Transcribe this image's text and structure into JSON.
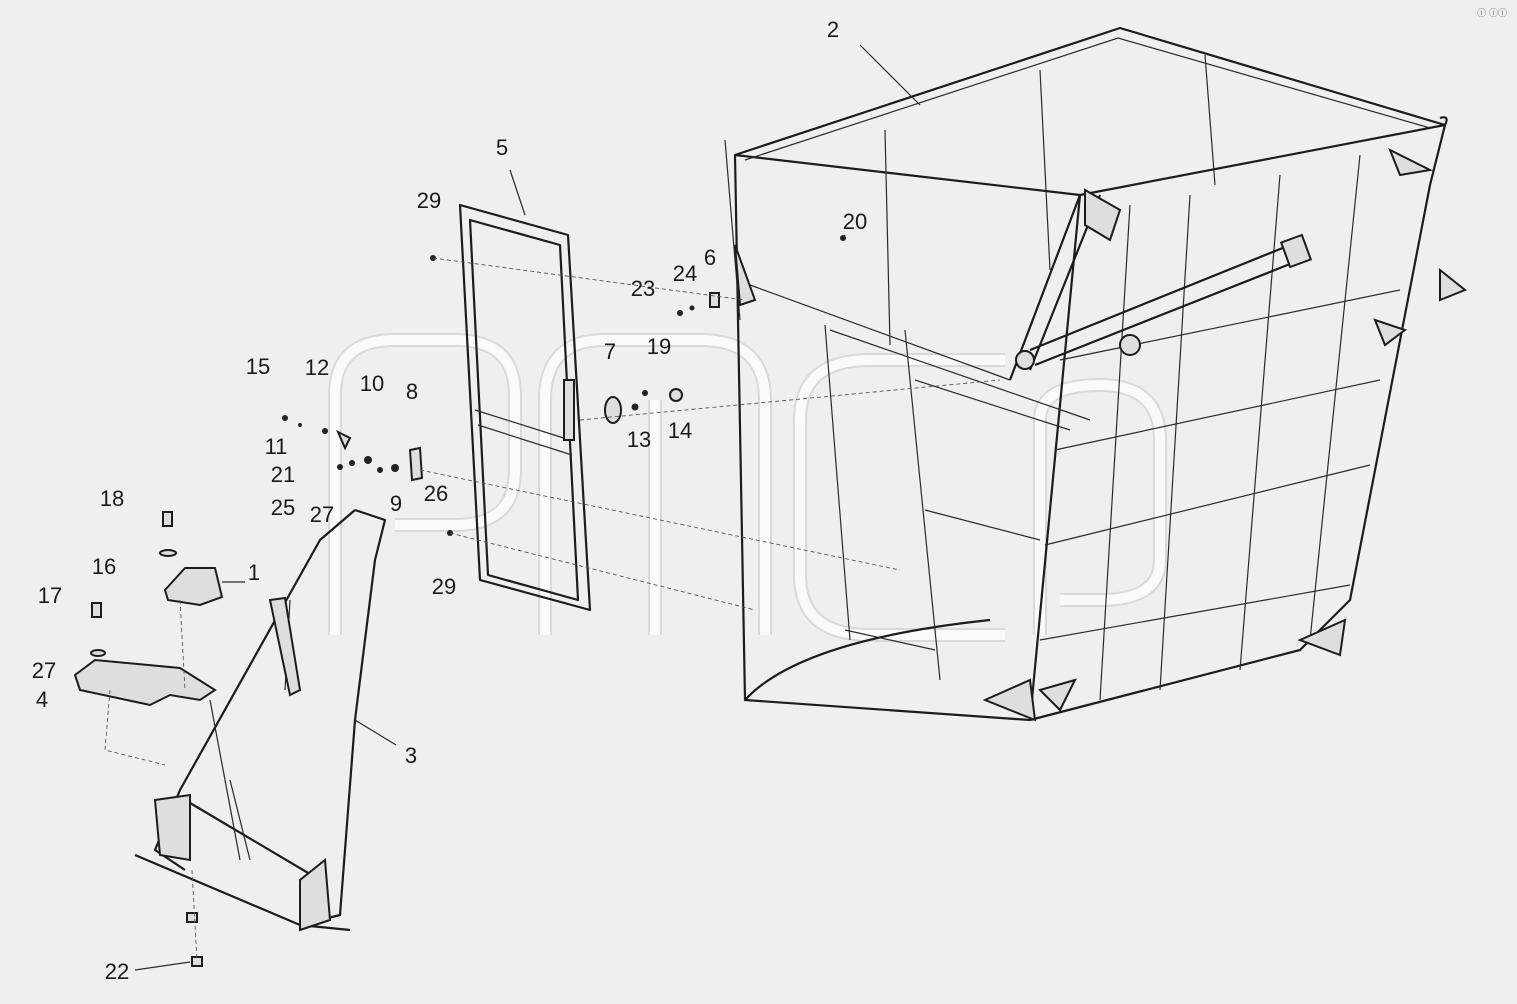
{
  "corner_mark": "ⓘ ⓘⓘ",
  "callouts": [
    {
      "id": "c1",
      "text": "1"
    },
    {
      "id": "c2",
      "text": "2"
    },
    {
      "id": "c3",
      "text": "3"
    },
    {
      "id": "c4",
      "text": "4"
    },
    {
      "id": "c5",
      "text": "5"
    },
    {
      "id": "c6",
      "text": "6"
    },
    {
      "id": "c7",
      "text": "7"
    },
    {
      "id": "c8",
      "text": "8"
    },
    {
      "id": "c9",
      "text": "9"
    },
    {
      "id": "c10",
      "text": "10"
    },
    {
      "id": "c11",
      "text": "11"
    },
    {
      "id": "c12",
      "text": "12"
    },
    {
      "id": "c13",
      "text": "13"
    },
    {
      "id": "c14",
      "text": "14"
    },
    {
      "id": "c15",
      "text": "15"
    },
    {
      "id": "c16",
      "text": "16"
    },
    {
      "id": "c17",
      "text": "17"
    },
    {
      "id": "c18",
      "text": "18"
    },
    {
      "id": "c19",
      "text": "19"
    },
    {
      "id": "c20",
      "text": "20"
    },
    {
      "id": "c21",
      "text": "21"
    },
    {
      "id": "c22",
      "text": "22"
    },
    {
      "id": "c23",
      "text": "23"
    },
    {
      "id": "c24",
      "text": "24"
    },
    {
      "id": "c25",
      "text": "25"
    },
    {
      "id": "c26",
      "text": "26"
    },
    {
      "id": "c27a",
      "text": "27"
    },
    {
      "id": "c27b",
      "text": "27"
    },
    {
      "id": "c29a",
      "text": "29"
    },
    {
      "id": "c29b",
      "text": "29"
    }
  ]
}
